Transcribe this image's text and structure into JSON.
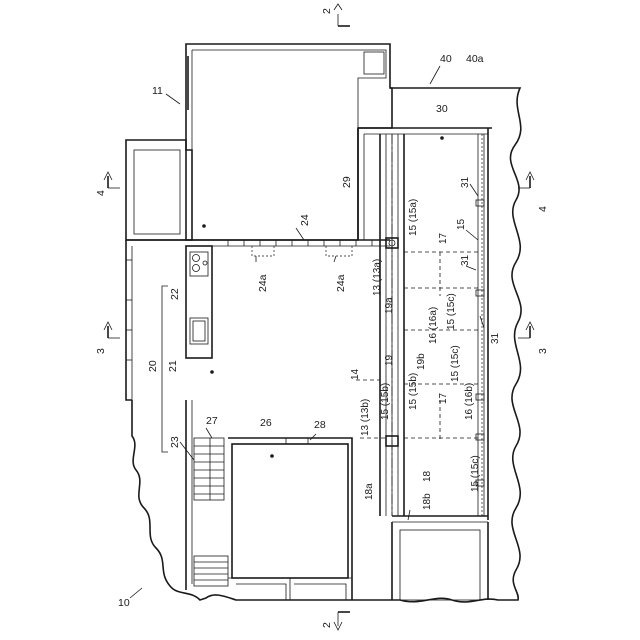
{
  "labels": {
    "l10": "10",
    "l11": "11",
    "l13": "13 (13a)",
    "l13b": "13 (13b)",
    "l14": "14",
    "l15a": "15 (15a)",
    "l15r": "15",
    "l15b": "15 (15b)",
    "l15b2": "15 (15b)",
    "l15c": "15 (15c)",
    "l15c2": "15 (15c)",
    "l15c3": "15 (15c)",
    "l16a": "16 (16a)",
    "l16b": "16 (16b)",
    "l17a": "17",
    "l17b": "17",
    "l18": "18",
    "l18a": "18a",
    "l18b": "18b",
    "l19": "19",
    "l19a": "19a",
    "l19b": "19b",
    "l20": "20",
    "l21": "21",
    "l22": "22",
    "l23": "23",
    "l24": "24",
    "l24a1": "24a",
    "l24a2": "24a",
    "l26": "26",
    "l27": "27",
    "l28": "28",
    "l29": "29",
    "l30": "30",
    "l31a": "31",
    "l31b": "31",
    "l31c": "31",
    "l40": "40",
    "l40a": "40a"
  },
  "section_marks": {
    "s2_top": "2",
    "s2_bottom": "2",
    "s3_left": "3",
    "s3_right": "3",
    "s4_left": "4",
    "s4_right": "4"
  }
}
